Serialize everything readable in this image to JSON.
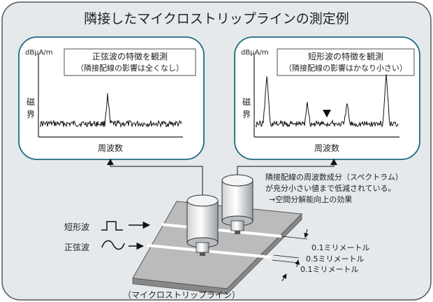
{
  "title": "隣接したマイクロストリップラインの測定例",
  "panels": [
    {
      "unit": "dBμA/m",
      "caption_line1": "正弦波の特徴を観測",
      "caption_line2": "（隣接配線の影響は全くなし）",
      "y_label_1": "磁",
      "y_label_2": "界",
      "x_label": "周波数"
    },
    {
      "unit": "dBμA/m",
      "caption_line1": "短形波の特徴を観測",
      "caption_line2": "（隣接配線の影響はかなり小さい）",
      "y_label_1": "磁",
      "y_label_2": "界",
      "x_label": "周波数"
    }
  ],
  "note": [
    "隣接配線の周波数成分（スペクトラム）",
    "が充分小さい値まで低減されている。",
    "→空間分解能向上の効果"
  ],
  "signals": {
    "rect": "短形波",
    "sine": "正弦波"
  },
  "dimensions": [
    "0.1ミリメートル",
    "0.5ミリメートル",
    "0.1ミリメートル"
  ],
  "board_caption": "（マイクロストリップライン）",
  "colors": {
    "frame_bg": "#e5e9ec",
    "panel_bg": "#ffffff",
    "panel_border": "#1e6a7e",
    "board_top": "#bbbbbb",
    "board_side": "#888888",
    "trace": "#ffffff"
  }
}
